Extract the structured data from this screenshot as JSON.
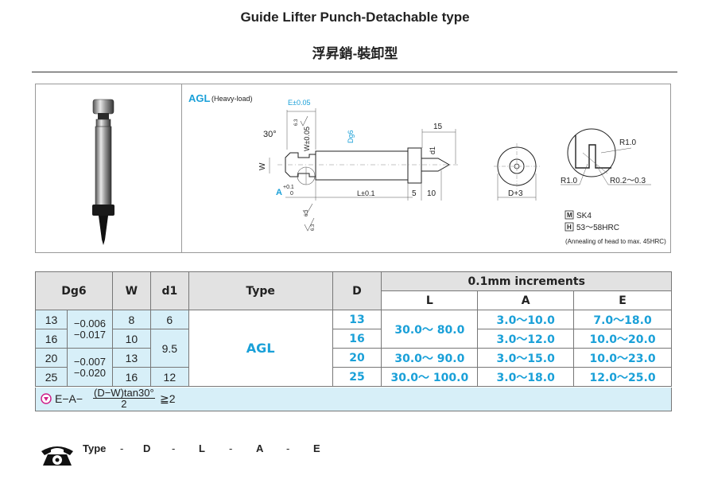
{
  "header": {
    "title": "Guide Lifter Punch-Detachable type",
    "subtitle": "浮昇銷-裝卸型"
  },
  "figure": {
    "model": "AGL",
    "model_note": "(Heavy-load)",
    "dims": {
      "e_tol": "E±0.05",
      "angle": "30°",
      "w_tol": "W±0.05",
      "d_g6": "Dg6",
      "d1": "d1",
      "w": "W",
      "len15": "15",
      "a_label": "A",
      "a_tol_top": "+0.1",
      "a_tol_bot": "0",
      "l_tol": "L±0.1",
      "len5": "5",
      "len10": "10",
      "d_plus3": "D+3",
      "r1a": "R1.0",
      "r1b": "R1.0",
      "r02": "R0.2～0.3",
      "rough1": "6.3",
      "rough2": "6.3",
      "rough3": "6.3"
    },
    "material": {
      "m_icon": "M",
      "m_text": "SK4",
      "h_icon": "H",
      "h_text": "53～58HRC",
      "note": "(Annealing of head to max. 45HRC)"
    }
  },
  "table": {
    "headers": {
      "dg6": "Dg6",
      "w": "W",
      "d1": "d1",
      "type": "Type",
      "d": "D",
      "increments": "0.1mm increments",
      "l": "L",
      "a": "A",
      "e": "E"
    },
    "type_value": "AGL",
    "rows": [
      {
        "dg6": "13",
        "w": "8",
        "d": "13",
        "a": "3.0～10.0",
        "e": "7.0～18.0"
      },
      {
        "dg6": "16",
        "w": "10",
        "d": "16",
        "a": "3.0～12.0",
        "e": "10.0～20.0"
      },
      {
        "dg6": "20",
        "w": "13",
        "d": "20",
        "a": "3.0～15.0",
        "e": "10.0～23.0"
      },
      {
        "dg6": "25",
        "w": "16",
        "d": "25",
        "a": "3.0～18.0",
        "e": "12.0～25.0"
      }
    ],
    "tol_group1": [
      "−0.006",
      "−0.017"
    ],
    "tol_group2": [
      "−0.007",
      "−0.020"
    ],
    "d1_group": [
      {
        "value": "6"
      },
      {
        "value": "9.5"
      },
      {
        "value": "12"
      }
    ],
    "l_group": [
      "30.0～ 80.0",
      "30.0～ 90.0",
      "30.0～ 100.0"
    ]
  },
  "formula": {
    "prefix": "E−A−",
    "numerator": "(D−W)",
    "tan": "tan30°",
    "denominator": "2",
    "suffix": "≧2"
  },
  "order": {
    "items": [
      "Type",
      "-",
      "D",
      "-",
      "L",
      "-",
      "A",
      "-",
      "E"
    ]
  }
}
